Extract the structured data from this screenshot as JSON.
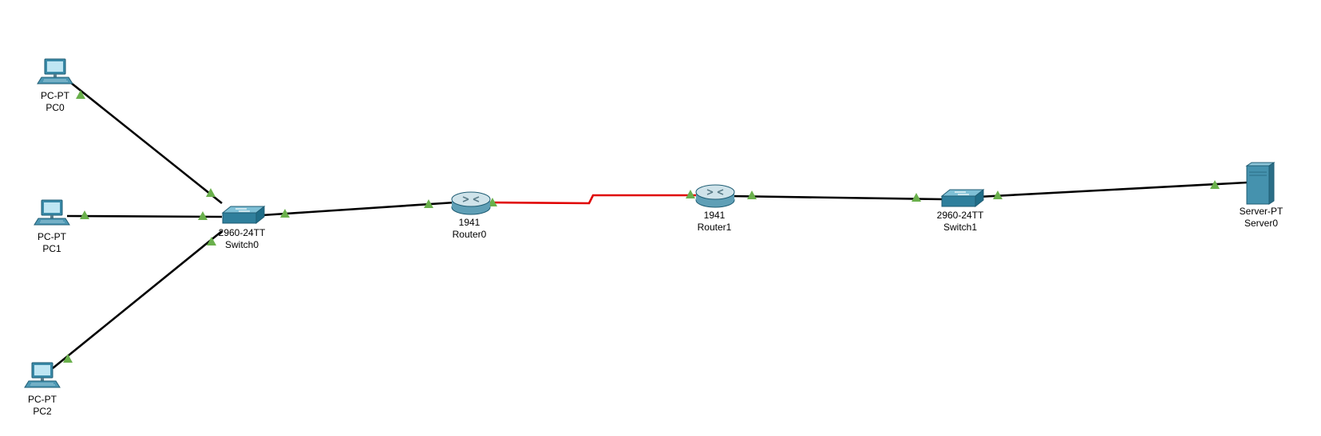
{
  "colors": {
    "background": "#ffffff",
    "ethernet_link": "#000000",
    "serial_link": "#e00000",
    "link_up_indicator": "#6ab04c",
    "device_body": "#3a8aa8"
  },
  "devices": {
    "pc0": {
      "model": "PC-PT",
      "name": "PC0",
      "icon": "pc-icon"
    },
    "pc1": {
      "model": "PC-PT",
      "name": "PC1",
      "icon": "pc-icon"
    },
    "pc2": {
      "model": "PC-PT",
      "name": "PC2",
      "icon": "pc-icon"
    },
    "switch0": {
      "model": "2960-24TT",
      "name": "Switch0",
      "icon": "switch-icon"
    },
    "router0": {
      "model": "1941",
      "name": "Router0",
      "icon": "router-icon"
    },
    "router1": {
      "model": "1941",
      "name": "Router1",
      "icon": "router-icon"
    },
    "switch1": {
      "model": "2960-24TT",
      "name": "Switch1",
      "icon": "switch-icon"
    },
    "server0": {
      "model": "Server-PT",
      "name": "Server0",
      "icon": "server-icon"
    }
  },
  "links": [
    {
      "from": "pc0",
      "to": "switch0",
      "type": "ethernet",
      "status": "up"
    },
    {
      "from": "pc1",
      "to": "switch0",
      "type": "ethernet",
      "status": "up"
    },
    {
      "from": "pc2",
      "to": "switch0",
      "type": "ethernet",
      "status": "up"
    },
    {
      "from": "switch0",
      "to": "router0",
      "type": "ethernet",
      "status": "up"
    },
    {
      "from": "router0",
      "to": "router1",
      "type": "serial",
      "status": "up"
    },
    {
      "from": "router1",
      "to": "switch1",
      "type": "ethernet",
      "status": "up"
    },
    {
      "from": "switch1",
      "to": "server0",
      "type": "ethernet",
      "status": "up"
    }
  ]
}
